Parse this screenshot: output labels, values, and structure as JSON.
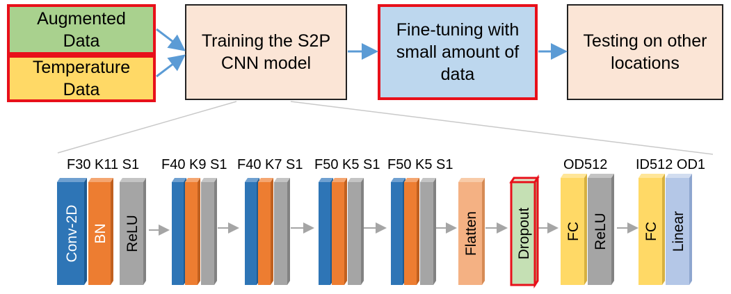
{
  "pipeline": {
    "augmented": "Augmented Data",
    "temperature": "Temperature Data",
    "training": "Training the S2P CNN model",
    "finetune": "Fine-tuning with small amount of data",
    "testing": "Testing on other locations"
  },
  "layers": {
    "group1_label": "F30 K11 S1",
    "group2_label": "F40 K9 S1",
    "group3_label": "F40 K7 S1",
    "group4_label": "F50 K5 S1",
    "group5_label": "F50 K5 S1",
    "fc1_label": "OD512",
    "fc2_label": "ID512 OD1",
    "conv": "Conv-2D",
    "bn": "BN",
    "relu": "ReLU",
    "flatten": "Flatten",
    "dropout": "Dropout",
    "fc": "FC",
    "linear": "Linear"
  },
  "colors": {
    "augmented": "#a9d18e",
    "temperature": "#ffd966",
    "peach": "#fbe5d6",
    "finetune": "#bdd7ee",
    "conv": "#2e75b6",
    "bn": "#ed7d31",
    "relu": "#a5a5a5",
    "flatten": "#f4b183",
    "dropout": "#c5e0b4",
    "fc": "#ffd966",
    "linear": "#b4c7e7",
    "arrow_blue": "#5b9bd5",
    "arrow_gray": "#a5a5a5",
    "border_red": "#e8101a"
  }
}
